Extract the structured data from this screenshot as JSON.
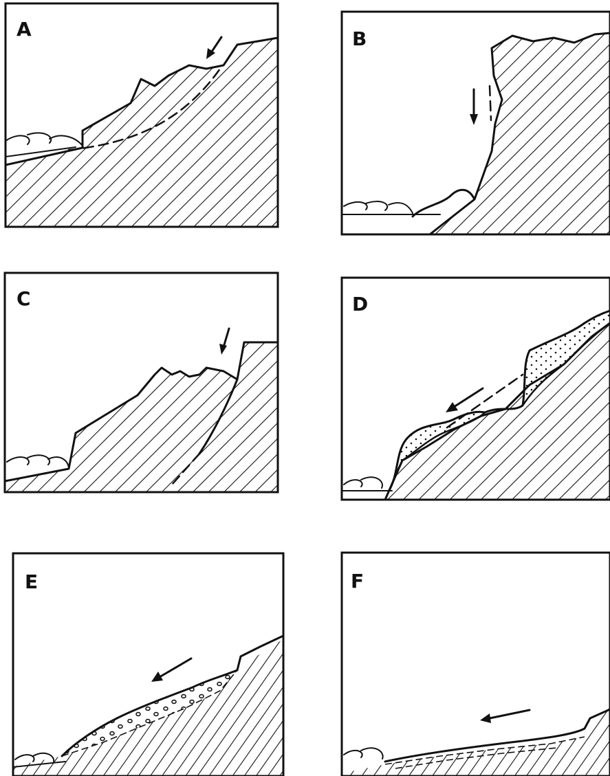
{
  "figure": {
    "panels": [
      {
        "id": "A",
        "label": "A"
      },
      {
        "id": "B",
        "label": "B"
      },
      {
        "id": "C",
        "label": "C"
      },
      {
        "id": "D",
        "label": "D"
      },
      {
        "id": "E",
        "label": "E"
      },
      {
        "id": "F",
        "label": "F"
      }
    ]
  }
}
